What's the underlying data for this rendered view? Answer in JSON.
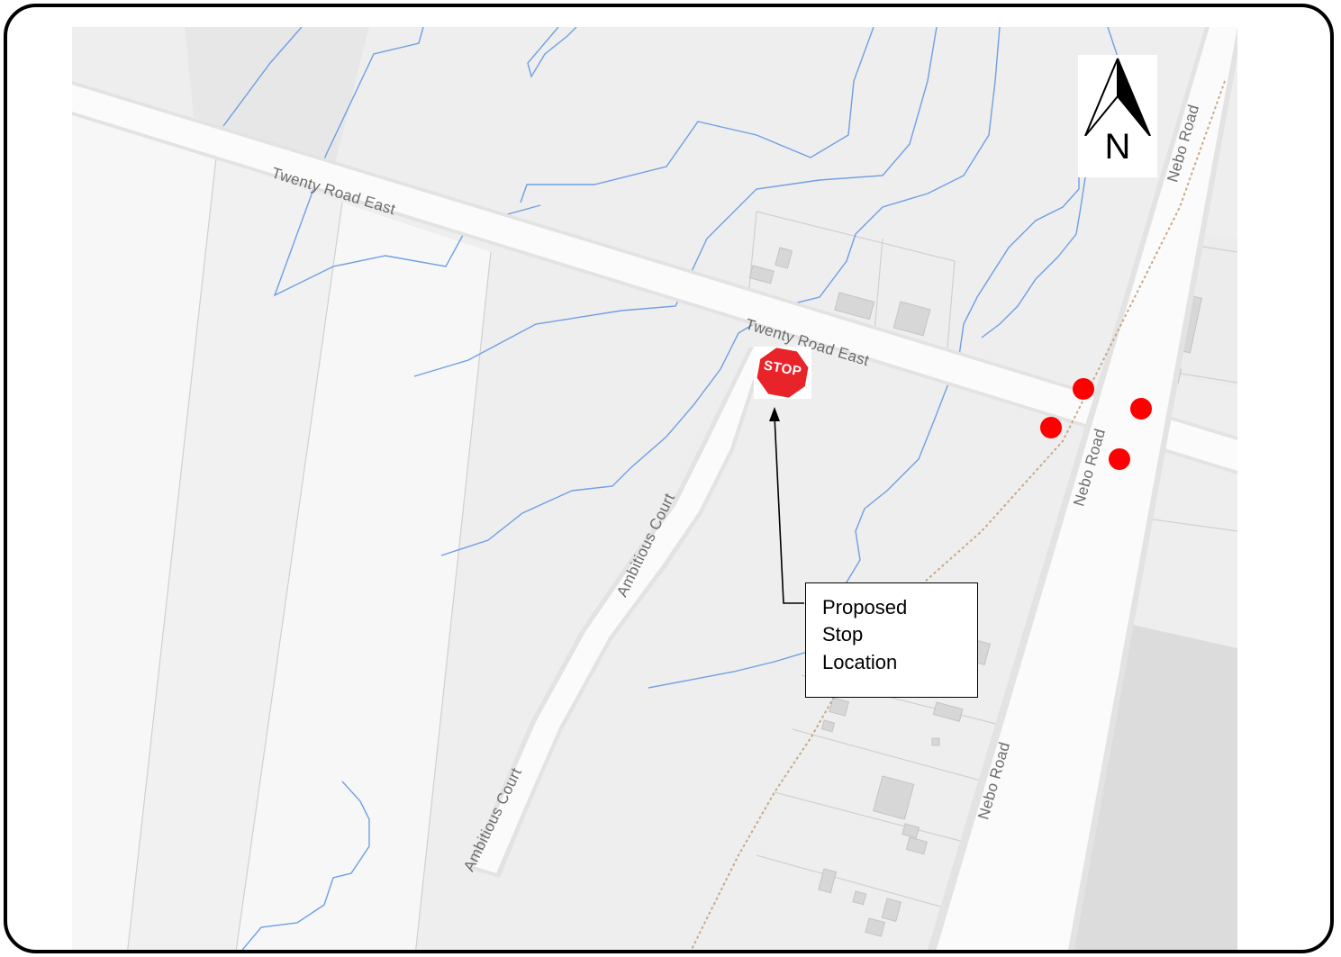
{
  "map": {
    "roads": {
      "twenty_road_east_west": "Twenty Road East",
      "twenty_road_east_center": "Twenty Road East",
      "nebo_road_north": "Nebo Road",
      "nebo_road_center": "Nebo Road",
      "nebo_road_south": "Nebo Road",
      "ambitious_court_north": "Ambitious Court",
      "ambitious_court_south": "Ambitious Court"
    },
    "north_arrow": {
      "letter": "N",
      "icon": "north-arrow-icon"
    },
    "stop_sign": {
      "text": "STOP",
      "icon": "stop-sign-icon",
      "color": "#e8232a"
    },
    "callout": {
      "lines": [
        "Proposed",
        "Stop",
        "Location"
      ]
    },
    "markers": {
      "count": 4,
      "color": "#ff0000"
    },
    "colors": {
      "land": "#eeeeee",
      "road": "#fbfbfb",
      "stream": "#6f9fe4",
      "rail": "#c8a888",
      "building": "#d7d7d7"
    }
  }
}
